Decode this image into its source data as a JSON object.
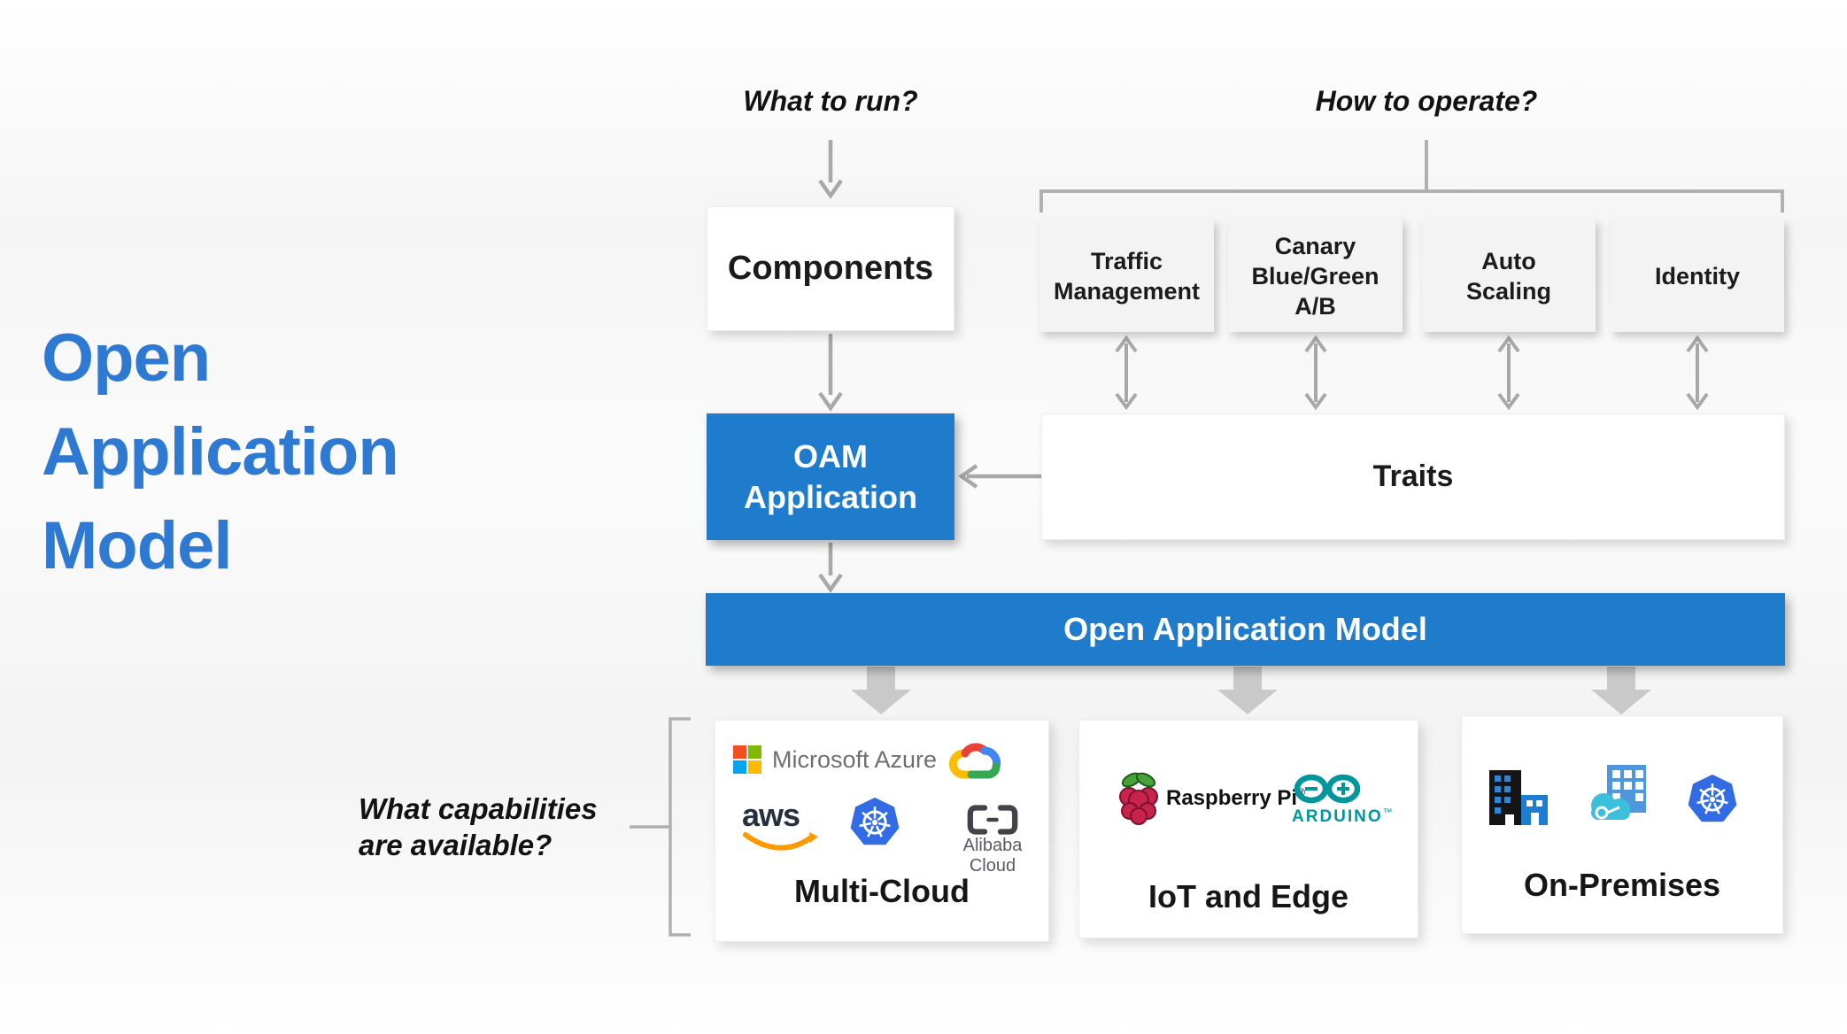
{
  "title": {
    "lines": [
      "Open",
      "Application",
      "Model"
    ]
  },
  "annotations": {
    "what_to_run": "What to run?",
    "how_to_operate": "How to operate?",
    "capabilities_line1": "What capabilities",
    "capabilities_line2": "are available?"
  },
  "flow": {
    "components": "Components",
    "oam_application": "OAM Application",
    "traits": "Traits",
    "banner": "Open Application Model"
  },
  "operate": [
    {
      "label": "Traffic Management"
    },
    {
      "label": "Canary Blue/Green A/B"
    },
    {
      "label": "Auto Scaling"
    },
    {
      "label": "Identity"
    }
  ],
  "targets": [
    {
      "label": "Multi-Cloud"
    },
    {
      "label": "IoT and Edge"
    },
    {
      "label": "On-Premises"
    }
  ],
  "logos": {
    "azure_text": "Microsoft Azure",
    "aws_text": "aws",
    "alibaba_text": "Alibaba Cloud",
    "raspberry_text": "Raspberry Pi",
    "raspberry_reg": "®",
    "arduino_text": "ARDUINO",
    "arduino_tm": "™"
  },
  "colors": {
    "primary_blue": "#1F7CCD",
    "title_blue": "#2E7AD3",
    "arrow_gray": "#A8A8A8",
    "bracket_gray": "#B0B0B0",
    "thick_arrow_gray": "#C9C9C9",
    "operate_box_bg": "#F3F3F3",
    "text_black": "#1B1B1B",
    "azure_red": "#F25022",
    "azure_green": "#7FBA00",
    "azure_blue": "#00A4EF",
    "azure_yellow": "#FFB900",
    "google_red": "#EA4335",
    "google_blue": "#4285F4",
    "google_green": "#34A853",
    "google_yellow": "#FBBC05",
    "aws_orange": "#FF9900",
    "aws_dark": "#252F3E",
    "kubernetes_blue": "#326CE5",
    "arduino_teal": "#00979C",
    "raspberry_red": "#C8234A",
    "raspberry_green": "#46A33C",
    "alibaba_dark": "#42424A"
  }
}
